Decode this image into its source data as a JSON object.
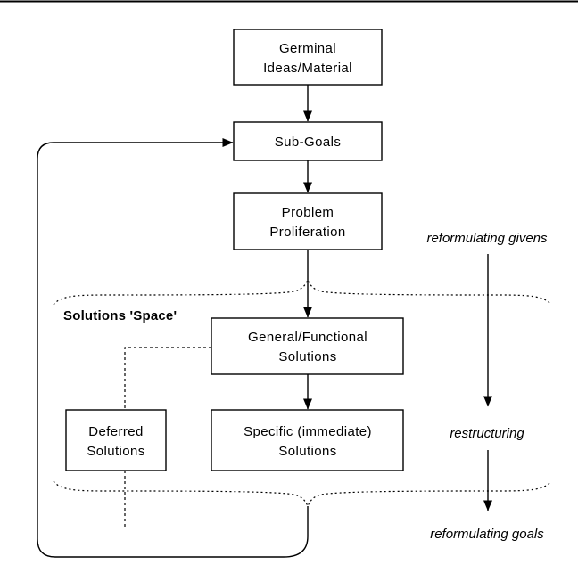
{
  "diagram": {
    "boxes": {
      "germinal": {
        "line1": "Germinal",
        "line2": "Ideas/Material"
      },
      "sub_goals": {
        "label": "Sub-Goals"
      },
      "problem_proliferation": {
        "line1": "Problem",
        "line2": "Proliferation"
      },
      "general_functional": {
        "line1": "General/Functional",
        "line2": "Solutions"
      },
      "specific_immediate": {
        "line1": "Specific (immediate)",
        "line2": "Solutions"
      },
      "deferred": {
        "line1": "Deferred",
        "line2": "Solutions"
      }
    },
    "labels": {
      "solutions_space": "Solutions 'Space'",
      "reformulating_givens": "reformulating givens",
      "restructuring": "restructuring",
      "reformulating_goals": "reformulating goals"
    },
    "colors": {
      "line": "#000000",
      "background": "#ffffff",
      "box_fill": "#ffffff"
    }
  }
}
